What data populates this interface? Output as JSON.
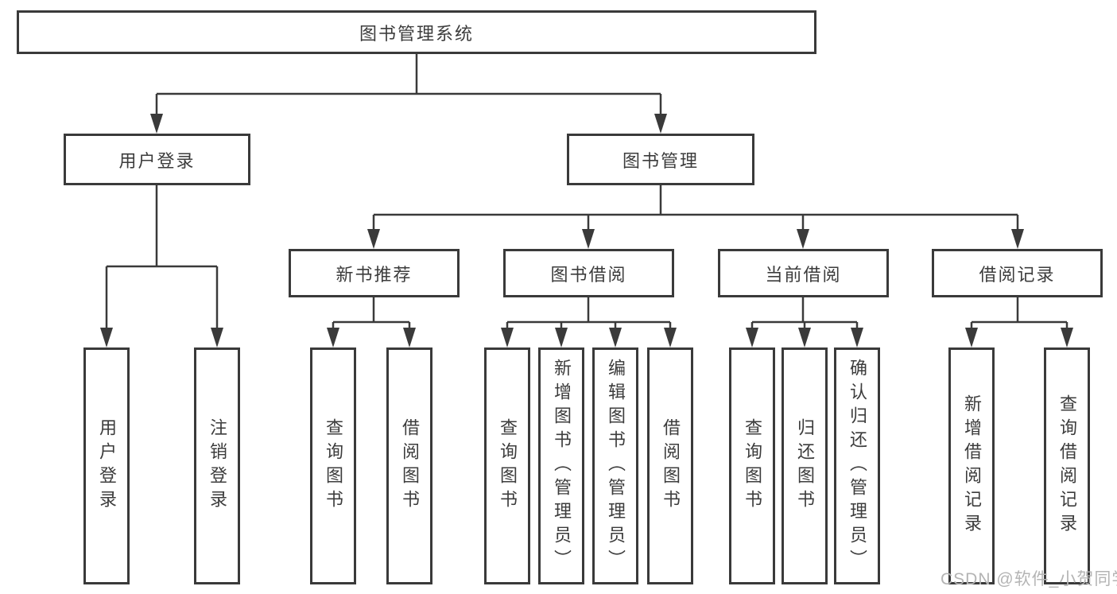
{
  "colors": {
    "line": "#3a3a3a",
    "box_border": "#3a3a3a",
    "text": "#3c3c3c",
    "watermark": "#b4b4b4",
    "background": "#ffffff"
  },
  "tree": {
    "label": "图书管理系统",
    "children": [
      {
        "label": "用户登录",
        "children": [
          {
            "label": "用户登录"
          },
          {
            "label": "注销登录"
          }
        ]
      },
      {
        "label": "图书管理",
        "children": [
          {
            "label": "新书推荐",
            "children": [
              {
                "label": "查询图书"
              },
              {
                "label": "借阅图书"
              }
            ]
          },
          {
            "label": "图书借阅",
            "children": [
              {
                "label": "查询图书"
              },
              {
                "label": "新增图书（管理员）"
              },
              {
                "label": "编辑图书（管理员）"
              },
              {
                "label": "借阅图书"
              }
            ]
          },
          {
            "label": "当前借阅",
            "children": [
              {
                "label": "查询图书"
              },
              {
                "label": "归还图书"
              },
              {
                "label": "确认归还（管理员）"
              }
            ]
          },
          {
            "label": "借阅记录",
            "children": [
              {
                "label": "新增借阅记录"
              },
              {
                "label": "查询借阅记录"
              }
            ]
          }
        ]
      }
    ]
  },
  "watermark": {
    "text": "CSDN @软件_小贺同学"
  }
}
